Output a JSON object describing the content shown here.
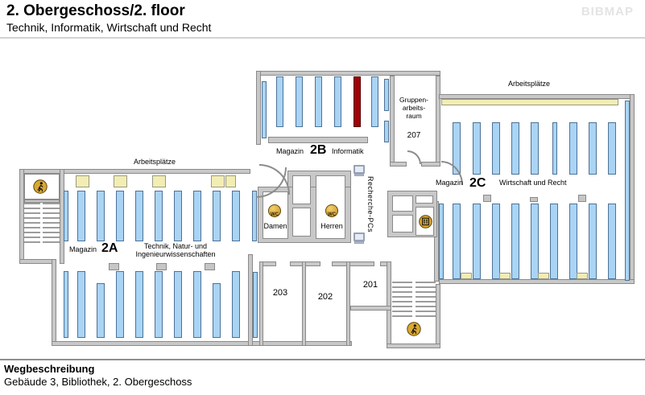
{
  "header": {
    "title": "2. Obergeschoss/2. floor",
    "subtitle": "Technik, Informatik, Wirtschaft und Recht",
    "logo": "BIBMAP"
  },
  "footer": {
    "heading": "Wegbeschreibung",
    "location": "Gebäude 3, Bibliothek, 2. Obergeschoss"
  },
  "areas": {
    "a2a": {
      "workspaces_label": "Arbeitsplätze",
      "magazin_label": "Magazin",
      "code": "2A",
      "subject_line1": "Technik, Natur- und",
      "subject_line2": "Ingenieurwissenschaften"
    },
    "a2b": {
      "magazin_label": "Magazin",
      "code": "2B",
      "subject": "Informatik"
    },
    "a2c": {
      "workspaces_label": "Arbeitsplätze",
      "magazin_label": "Magazin",
      "code": "2C",
      "subject": "Wirtschaft und Recht"
    }
  },
  "rooms": {
    "r203": "203",
    "r202": "202",
    "r201": "201",
    "group_room": {
      "line1": "Gruppen-",
      "line2": "arbeits-",
      "line3": "raum",
      "number": "207"
    }
  },
  "wc": {
    "women": "Damen",
    "men": "Herren",
    "icon_label": "WC"
  },
  "research_pcs_label": "Recherche-PCs",
  "icons": {
    "stairs": "stairs-person-icon",
    "elevator": "elevator-icon",
    "wc": "wc-icon",
    "research_pc": "research-pc-icon"
  },
  "colors": {
    "wall": "#c8c8c8",
    "wall_border": "#8a8a8a",
    "shelf": "#a9d4f4",
    "shelf_border": "#4f7296",
    "shelf_highlight": "#a00008",
    "desk": "#f2edb3",
    "icon_gold": "#d9a733",
    "logo_gray": "#e4e4e4"
  }
}
